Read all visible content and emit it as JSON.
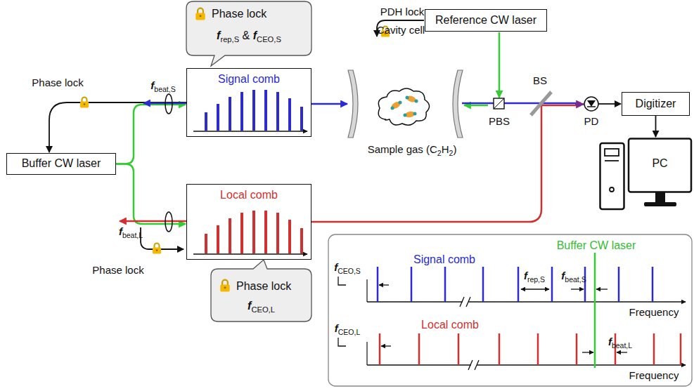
{
  "diagram": {
    "nodes": [
      {
        "text": [
          "Buffer CW laser"
        ]
      },
      {
        "text": [
          "Signal comb"
        ]
      },
      {
        "text": [
          "Local comb"
        ]
      },
      {
        "text": [
          "Reference CW laser"
        ]
      },
      {
        "text": [
          "Digitizer"
        ]
      },
      {
        "text": [
          "PC"
        ]
      },
      {
        "text": [
          "Phase lock",
          "frep,S & fCEO,S"
        ]
      },
      {
        "text": [
          "Phase lock",
          "fCEO,L"
        ]
      }
    ],
    "edges": [
      {
        "from": 0,
        "to": 1,
        "arrow": "to"
      },
      {
        "from": 0,
        "to": 2,
        "arrow": "to"
      },
      {
        "from": 1,
        "to": 0,
        "arrow": "to"
      },
      {
        "from": 4,
        "to": 5,
        "arrow": "to"
      }
    ],
    "labels": [
      "Phase lock",
      "fbeat,S",
      "PDH lock",
      "Cavity cell",
      "Sample gas (C2H2)",
      "PBS",
      "BS",
      "PD",
      "fbeat,L",
      "Phase lock",
      "Signal comb",
      "Buffer CW laser",
      "fCEO,S",
      "frep,S",
      "fbeat,S",
      "Frequency",
      "Local comb",
      "fCEO,L",
      "fbeat,L",
      "Frequency"
    ]
  }
}
